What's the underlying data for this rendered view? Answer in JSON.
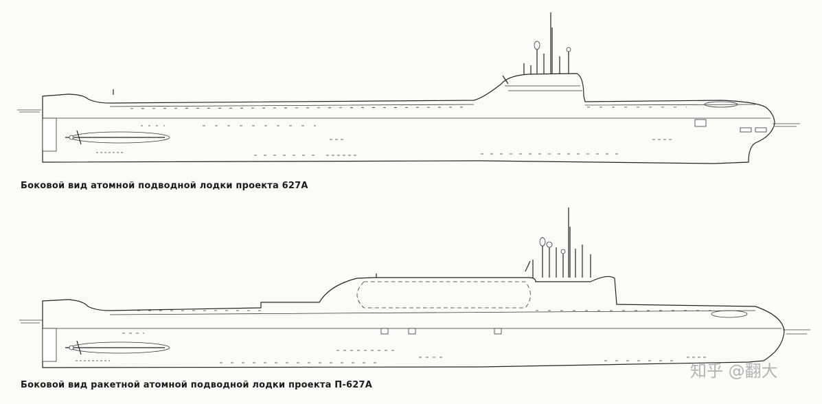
{
  "captions": {
    "sub1": "Боковой вид атомной подводной лодки проекта 627А",
    "sub2": "Боковой вид ракетной атомной подводной лодки проекта П-627А"
  },
  "watermark": {
    "text": "知乎 @翻大"
  },
  "colors": {
    "background": "#fbfbf8",
    "line": "#222222",
    "watermark": "#787878"
  }
}
